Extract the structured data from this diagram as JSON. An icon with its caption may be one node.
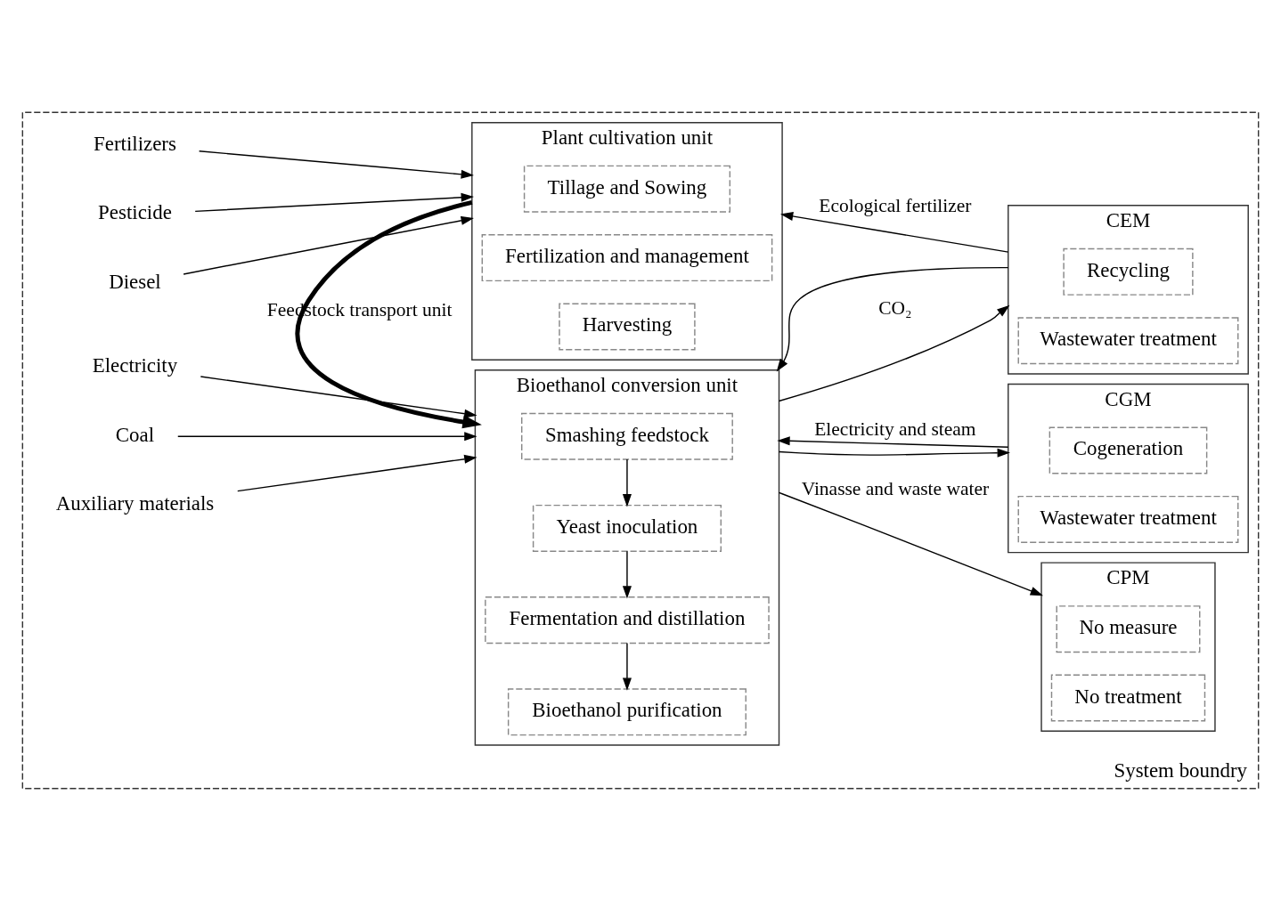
{
  "diagram": {
    "nodes": [
      {
        "text": [
          "System boundry"
        ]
      },
      {
        "text": [
          "Plant cultivation unit"
        ],
        "in": 0
      },
      {
        "text": [
          "Tillage and Sowing"
        ],
        "in": 1
      },
      {
        "text": [
          "Fertilization and management"
        ],
        "in": 1
      },
      {
        "text": [
          "Harvesting"
        ],
        "in": 1
      },
      {
        "text": [
          "Fertilizers"
        ],
        "in": 0
      },
      {
        "text": [
          "Pesticide"
        ],
        "in": 0
      },
      {
        "text": [
          "Diesel"
        ],
        "in": 0
      },
      {
        "text": [
          "Bioethanol conversion unit"
        ],
        "in": 0
      },
      {
        "text": [
          "Smashing feedstock"
        ],
        "in": 8
      },
      {
        "text": [
          "Yeast inoculation"
        ],
        "in": 8
      },
      {
        "text": [
          "Fermentation and distillation"
        ],
        "in": 8
      },
      {
        "text": [
          "Bioethanol purification"
        ],
        "in": 8
      },
      {
        "text": [
          "Electricity"
        ],
        "in": 0
      },
      {
        "text": [
          "Coal"
        ],
        "in": 0
      },
      {
        "text": [
          "Auxiliary materials"
        ],
        "in": 0
      },
      {
        "text": [
          "CPM"
        ],
        "in": 0
      },
      {
        "text": [
          "No measure"
        ],
        "in": 16
      },
      {
        "text": [
          "No treatment"
        ],
        "in": 16
      },
      {
        "text": [
          "CGM"
        ],
        "in": 0
      },
      {
        "text": [
          "Cogeneration"
        ],
        "in": 19
      },
      {
        "text": [
          "Wastewater treatment"
        ],
        "in": 19
      },
      {
        "text": [
          "CEM"
        ],
        "in": 0
      },
      {
        "text": [
          "Recycling"
        ],
        "in": 22
      },
      {
        "text": [
          "Wastewater treatment"
        ],
        "in": 22
      }
    ],
    "edges": [
      {
        "from": 5,
        "to": 1,
        "arrow": "to"
      },
      {
        "from": 6,
        "to": 1,
        "arrow": "to"
      },
      {
        "from": 7,
        "to": 1,
        "arrow": "to"
      },
      {
        "from": 1,
        "to": 8,
        "arrow": "to",
        "label": "Feedstock transport unit",
        "style": "thick"
      },
      {
        "from": 9,
        "to": 10,
        "arrow": "to"
      },
      {
        "from": 10,
        "to": 11,
        "arrow": "to"
      },
      {
        "from": 11,
        "to": 12,
        "arrow": "to"
      },
      {
        "from": 13,
        "to": 8,
        "arrow": "to"
      },
      {
        "from": 14,
        "to": 8,
        "arrow": "to"
      },
      {
        "from": 15,
        "to": 8,
        "arrow": "to"
      },
      {
        "from": 8,
        "to": 16,
        "arrow": "to",
        "label": "Vinasse and waste water"
      },
      {
        "from": 8,
        "to": 19,
        "arrow": "to"
      },
      {
        "from": 8,
        "to": 22,
        "arrow": "to",
        "label": "CO₂"
      },
      {
        "from": 22,
        "to": 1,
        "arrow": "to",
        "label": "Ecological fertilizer"
      },
      {
        "from": 19,
        "to": 8,
        "arrow": "to",
        "label": "Electricity and steam"
      },
      {
        "from": 22,
        "to": 8,
        "arrow": "to"
      }
    ]
  }
}
